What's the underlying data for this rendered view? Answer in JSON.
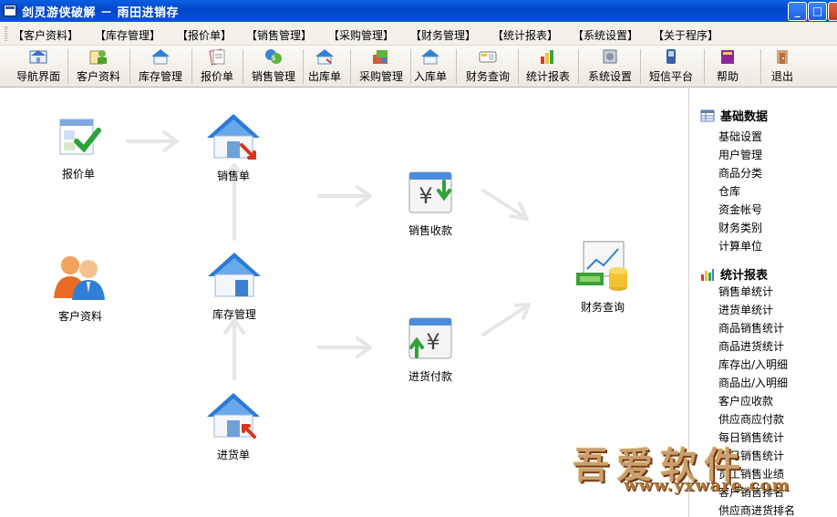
{
  "window": {
    "title": "剑灵游侠破解 － 雨田进销存"
  },
  "menu": [
    "【客户资料】",
    "【库存管理】",
    "【报价单】",
    "【销售管理】",
    "【采购管理】",
    "【财务管理】",
    "【统计报表】",
    "【系统设置】",
    "【关于程序】"
  ],
  "toolbar": [
    {
      "label": "导航界面",
      "icon": "home-icon"
    },
    {
      "label": "客户资料",
      "icon": "customer-icon"
    },
    {
      "label": "库存管理",
      "icon": "inventory-icon"
    },
    {
      "label": "报价单",
      "icon": "quote-icon"
    },
    {
      "label": "销售管理",
      "icon": "sales-icon"
    },
    {
      "label": "出库单",
      "icon": "outbound-icon"
    },
    {
      "label": "采购管理",
      "icon": "purchase-icon"
    },
    {
      "label": "入库单",
      "icon": "inbound-icon"
    },
    {
      "label": "财务查询",
      "icon": "finance-icon"
    },
    {
      "label": "统计报表",
      "icon": "report-icon"
    },
    {
      "label": "系统设置",
      "icon": "settings-icon"
    },
    {
      "label": "短信平台",
      "icon": "sms-icon"
    },
    {
      "label": "帮助",
      "icon": "help-icon"
    },
    {
      "label": "退出",
      "icon": "exit-icon"
    }
  ],
  "flow": {
    "quote": "报价单",
    "sales_order": "销售单",
    "customer": "客户资料",
    "inventory": "库存管理",
    "purchase_order": "进货单",
    "sales_receipt": "销售收款",
    "purchase_payment": "进货付款",
    "finance": "财务查询"
  },
  "sidebar": {
    "basic_header": "基础数据",
    "basic_items": [
      "基础设置",
      "用户管理",
      "商品分类",
      "仓库",
      "资金帐号",
      "财务类别",
      "计算单位"
    ],
    "report_header": "统计报表",
    "report_items": [
      "销售单统计",
      "进货单统计",
      "商品销售统计",
      "商品进货统计",
      "库存出/入明细",
      "商品出/入明细",
      "客户应收款",
      "供应商应付款",
      "每日销售统计",
      "每月销售统计",
      "员工销售业绩",
      "客户销售排名",
      "供应商进货排名"
    ]
  },
  "watermark": {
    "text": "吾爱软件",
    "url": "www.yxware.com"
  }
}
